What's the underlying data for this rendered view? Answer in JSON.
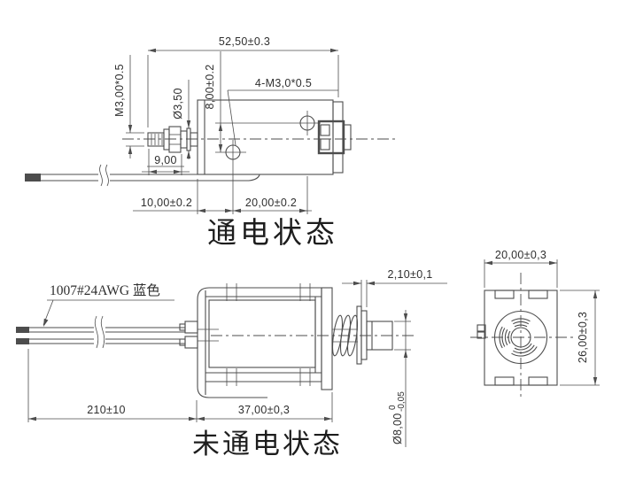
{
  "colors": {
    "line": "#4d4d4d",
    "text": "#2f2f2f",
    "background": "#ffffff"
  },
  "captions": {
    "energized_state": "通电状态",
    "deenergized_state": "未通电状态"
  },
  "top_view": {
    "dims": {
      "overall_length": "52,50±0.3",
      "plunger_thread": "M3,00*0.5",
      "shaft_diameter": "Ø3,50",
      "hole_row_offset": "8,00±0.2",
      "mount_holes": "4-M3,0*0.5",
      "nut_length": "9,00",
      "edge_to_hole": "10,00±0.2",
      "hole_pitch": "20,00±0.2"
    }
  },
  "side_view": {
    "wire_label": "1007#24AWG 蓝色",
    "dims": {
      "washer_thickness": "2,10±0,1",
      "lead_length": "210±10",
      "body_length": "37,00±0,3",
      "plunger_diameter": "Ø8,00",
      "plunger_tol_upper": "0",
      "plunger_tol_lower": "-0,05"
    }
  },
  "end_view": {
    "dims": {
      "width": "20,00±0,3",
      "height": "26,00±0,3"
    }
  }
}
